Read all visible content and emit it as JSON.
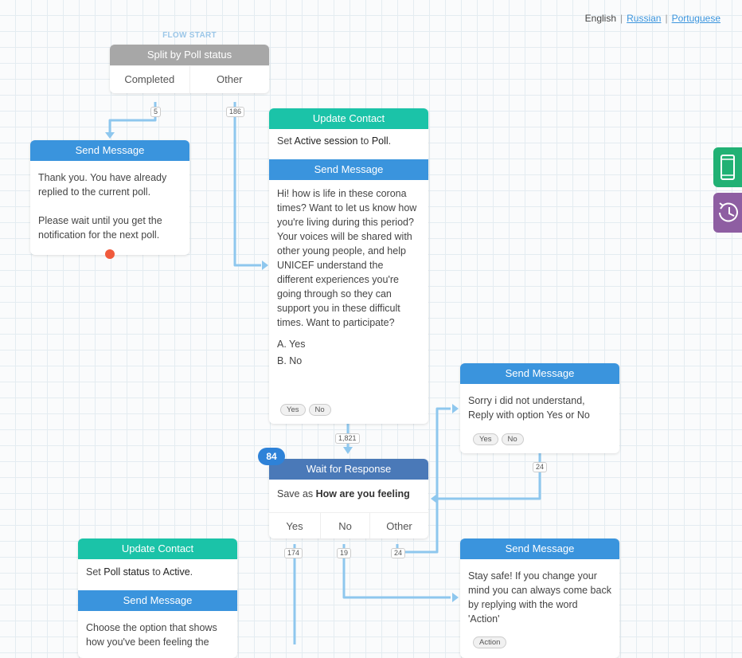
{
  "language_bar": {
    "current": "English",
    "links": [
      "Russian",
      "Portuguese"
    ]
  },
  "flow_start_label": "FLOW START",
  "split_node": {
    "title": "Split by Poll status",
    "categories": [
      "Completed",
      "Other"
    ],
    "counts": [
      "5",
      "186"
    ]
  },
  "send_thanks": {
    "title": "Send Message",
    "text": "Thank you. You have already replied to the current poll.\n\nPlease wait until you get the notification for the next poll."
  },
  "update_contact_1": {
    "title": "Update Contact",
    "line": {
      "prefix": "Set ",
      "field": "Active session",
      "mid": " to ",
      "value": "Poll",
      "suffix": "."
    },
    "send_title": "Send Message",
    "message": "Hi! how is life in these corona times? Want to let us know how you're living during this period? Your voices will be shared with other young people, and help UNICEF understand the different experiences you're going through so they can support you in these difficult times. Want to participate?",
    "options": [
      "A. Yes",
      "B. No"
    ],
    "quick_replies": [
      "Yes",
      "No"
    ],
    "count": "1,821"
  },
  "send_not_understand": {
    "title": "Send Message",
    "text": "Sorry i did not understand, Reply with option Yes or No",
    "quick_replies": [
      "Yes",
      "No"
    ],
    "count": "24"
  },
  "wait_node": {
    "badge": "84",
    "title": "Wait for Response",
    "save_prefix": "Save as ",
    "save_var": "How are you feeling",
    "categories": [
      "Yes",
      "No",
      "Other"
    ],
    "counts": [
      "174",
      "19",
      "24"
    ]
  },
  "update_contact_2": {
    "title": "Update Contact",
    "line": {
      "prefix": "Set ",
      "field": "Poll status",
      "mid": " to ",
      "value": "Active",
      "suffix": "."
    },
    "send_title": "Send Message",
    "message": "Choose the option that shows how you've been feeling the"
  },
  "send_stay_safe": {
    "title": "Send Message",
    "text": "Stay safe! If you change your mind you can always come back by replying with the word 'Action'",
    "quick_replies": [
      "Action"
    ]
  },
  "side_buttons": {
    "simulator_icon": "phone-icon",
    "revisions_icon": "history-icon",
    "simulator_color": "#21b174",
    "revisions_color": "#8e5ea2"
  },
  "colors": {
    "teal": "#1bc3a8",
    "blue": "#3a94dd",
    "navy": "#4a79b8",
    "gray": "#a7a7a7",
    "connector": "#8ec7ee",
    "exit_dot": "#f05a3c"
  }
}
